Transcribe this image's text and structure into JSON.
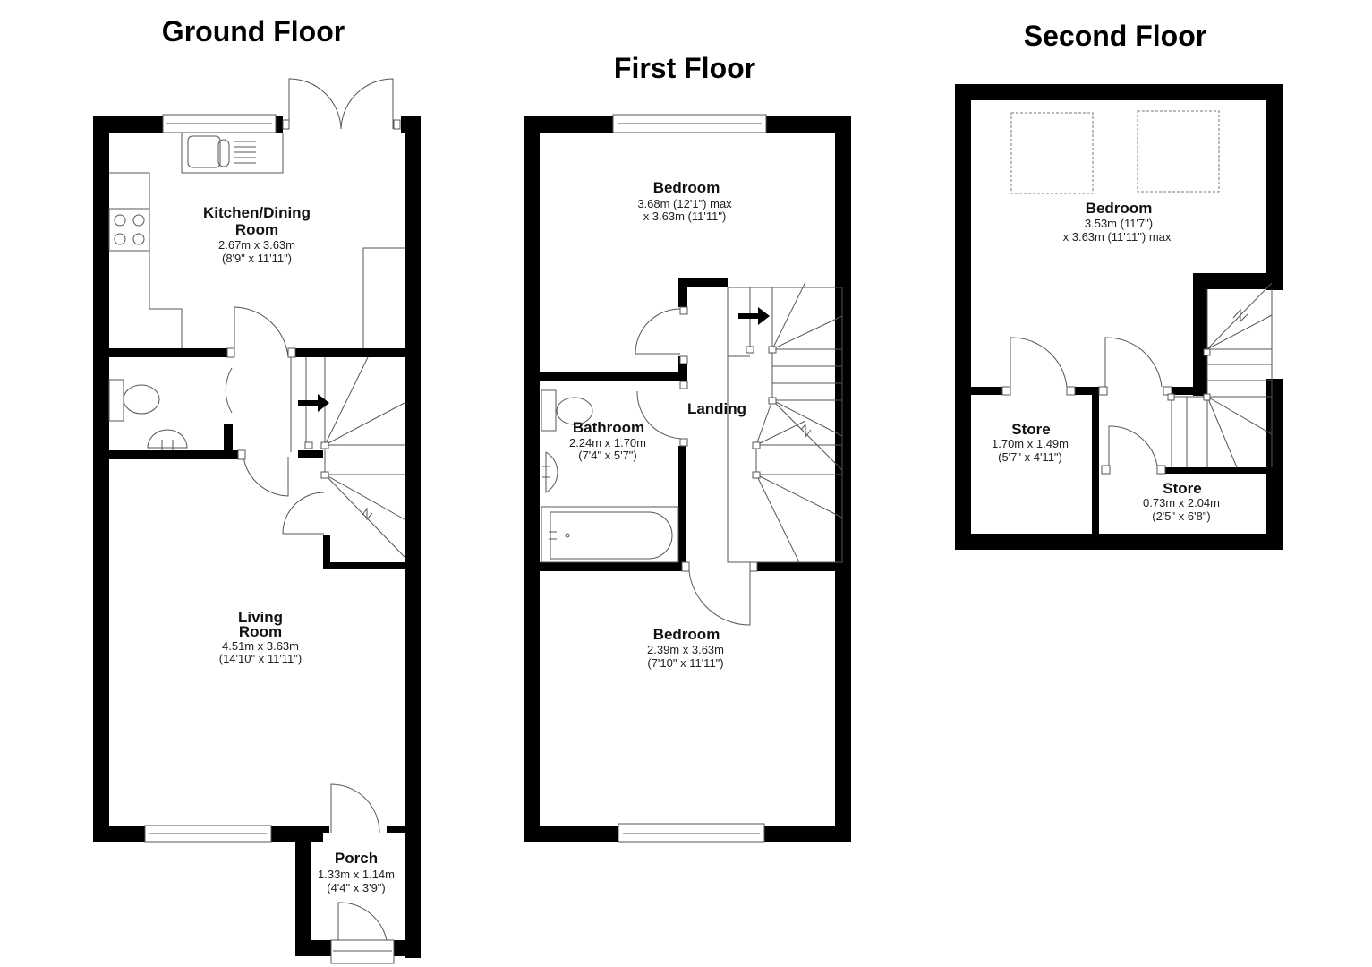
{
  "floors": [
    {
      "title": "Ground Floor",
      "rooms": [
        {
          "name_lines": [
            "Kitchen/Dining",
            "Room"
          ],
          "metric": "2.67m x 3.63m",
          "imperial": "(8'9\" x 11'11\")"
        },
        {
          "name_lines": [
            "Living",
            "Room"
          ],
          "metric": "4.51m x 3.63m",
          "imperial": "(14'10\" x 11'11\")"
        },
        {
          "name_lines": [
            "Porch"
          ],
          "metric": "1.33m x 1.14m",
          "imperial": "(4'4\" x 3'9\")"
        }
      ]
    },
    {
      "title": "First Floor",
      "rooms": [
        {
          "name_lines": [
            "Bedroom"
          ],
          "metric": "3.68m (12'1\") max",
          "imperial": "x 3.63m (11'11\")"
        },
        {
          "name_lines": [
            "Landing"
          ]
        },
        {
          "name_lines": [
            "Bathroom"
          ],
          "metric": "2.24m x 1.70m",
          "imperial": "(7'4\" x 5'7\")"
        },
        {
          "name_lines": [
            "Bedroom"
          ],
          "metric": "2.39m x 3.63m",
          "imperial": "(7'10\" x 11'11\")"
        }
      ]
    },
    {
      "title": "Second Floor",
      "rooms": [
        {
          "name_lines": [
            "Bedroom"
          ],
          "metric": "3.53m (11'7\")",
          "imperial": "x 3.63m (11'11\") max"
        },
        {
          "name_lines": [
            "Store"
          ],
          "metric": "1.70m x 1.49m",
          "imperial": "(5'7\" x 4'11\")"
        },
        {
          "name_lines": [
            "Store"
          ],
          "metric": "0.73m x 2.04m",
          "imperial": "(2'5\" x 6'8\")"
        }
      ]
    }
  ],
  "icons": {
    "stair_direction": "arrow-right-icon"
  },
  "colors": {
    "wall": "#000000",
    "background": "#ffffff",
    "fixture_line": "#555555"
  }
}
